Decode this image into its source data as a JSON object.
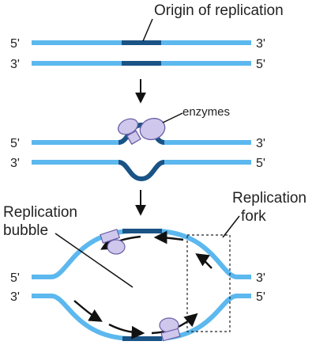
{
  "labels": {
    "origin": "Origin of replication",
    "enzymes": "enzymes",
    "bubble_line1": "Replication",
    "bubble_line2": "bubble",
    "fork_line1": "Replication",
    "fork_line2": "fork"
  },
  "strand_ends": {
    "five": "5'",
    "three": "3'"
  },
  "colors": {
    "strand": "#5cb8ee",
    "origin": "#1b5385",
    "enzyme_fill": "#cfc8ec",
    "enzyme_stroke": "#6a5fa8",
    "arrow": "#111111"
  }
}
